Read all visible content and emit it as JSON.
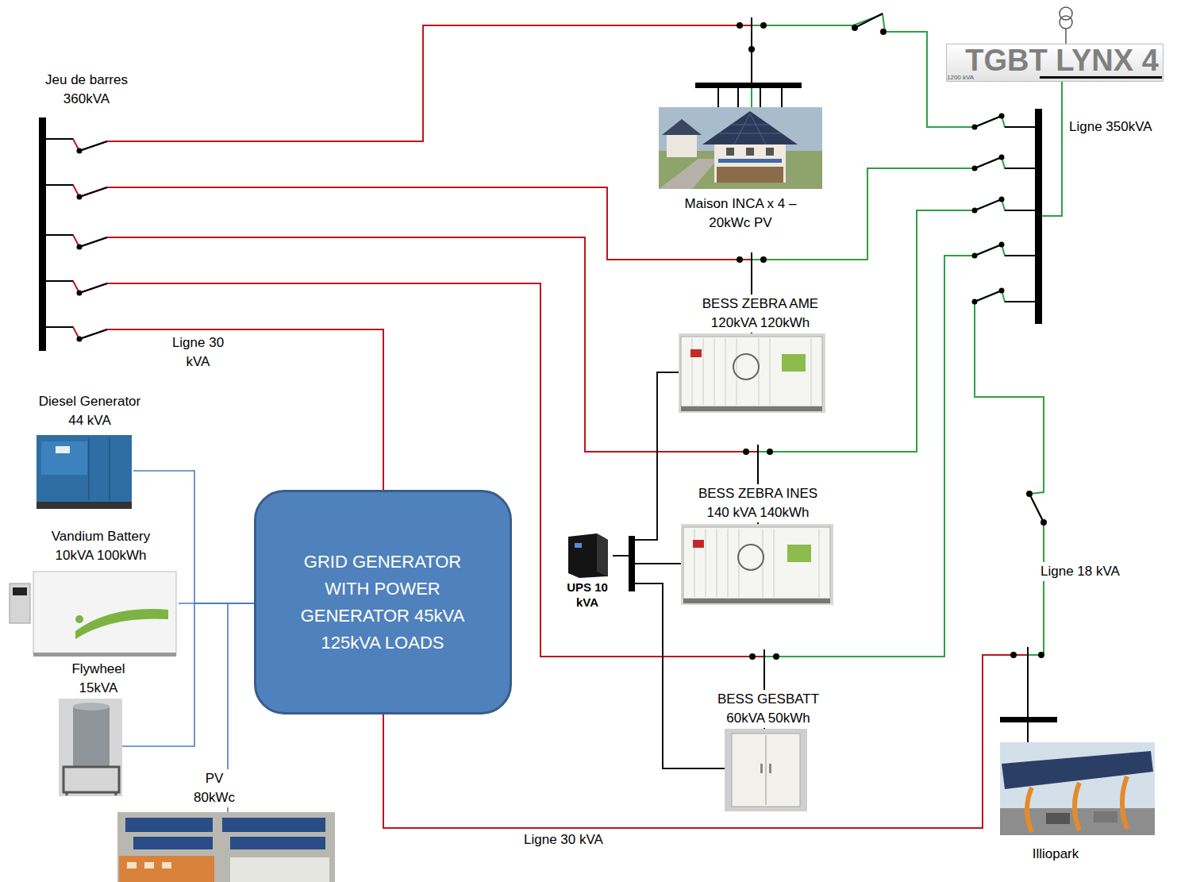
{
  "diagram": {
    "nodes": [
      {
        "text": [
          "Jeu de barres 360kVA"
        ]
      },
      {
        "text": [
          "Maison INCA x 4 – 20kWc PV"
        ]
      },
      {
        "text": [
          "1200 kVA",
          "TGBT LYNX 4"
        ]
      },
      {
        "text": []
      },
      {
        "text": [
          "BESS ZEBRA AME 120kVA 120kWh"
        ]
      },
      {
        "text": [
          "BESS ZEBRA INES 140 kVA 140kWh"
        ]
      },
      {
        "text": [
          "UPS 10 kVA"
        ]
      },
      {
        "text": [
          "BESS GESBATT 60kVA 50kWh"
        ]
      },
      {
        "text": [
          "Diesel Generator 44 kVA"
        ]
      },
      {
        "text": [
          "Vandium Battery 10kVA 100kWh"
        ]
      },
      {
        "text": [
          "Flywheel 15kVA"
        ]
      },
      {
        "text": [
          "GRID GENERATOR WITH POWER GENERATOR 45kVA 125kVA LOADS"
        ]
      },
      {
        "text": [
          "PV 80kWc"
        ]
      },
      {
        "text": [
          "Illiopark"
        ]
      }
    ],
    "edges": [
      {
        "from": 0,
        "to": 1,
        "arrow": "none"
      },
      {
        "from": 1,
        "to": 3,
        "arrow": "none"
      },
      {
        "from": 0,
        "to": 4,
        "arrow": "none"
      },
      {
        "from": 4,
        "to": 3,
        "arrow": "none"
      },
      {
        "from": 0,
        "to": 5,
        "arrow": "none"
      },
      {
        "from": 5,
        "to": 3,
        "arrow": "none"
      },
      {
        "from": 0,
        "to": 7,
        "arrow": "none"
      },
      {
        "from": 7,
        "to": 3,
        "arrow": "none"
      },
      {
        "from": 0,
        "to": 11,
        "label": "Ligne 30 kVA",
        "arrow": "none"
      },
      {
        "from": 11,
        "to": 13,
        "label": "Ligne 30 kVA",
        "arrow": "none"
      },
      {
        "from": 3,
        "to": 13,
        "label": "Ligne 18 kVA",
        "arrow": "none"
      },
      {
        "from": 2,
        "to": 3,
        "label": "Ligne 350kVA",
        "arrow": "none"
      },
      {
        "from": 8,
        "to": 11,
        "arrow": "none"
      },
      {
        "from": 9,
        "to": 11,
        "arrow": "none"
      },
      {
        "from": 10,
        "to": 11,
        "arrow": "none"
      },
      {
        "from": 12,
        "to": 11,
        "arrow": "none"
      },
      {
        "from": 6,
        "to": 4,
        "arrow": "none"
      },
      {
        "from": 6,
        "to": 5,
        "arrow": "none"
      },
      {
        "from": 6,
        "to": 7,
        "arrow": "none"
      }
    ]
  }
}
